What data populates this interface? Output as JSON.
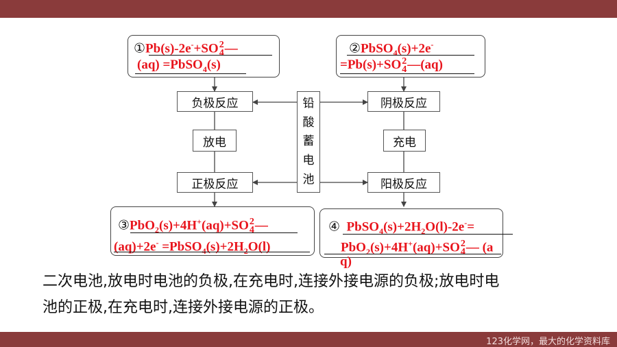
{
  "watermark": "123化学网，最大的化学资料库",
  "nodes": {
    "battery": [
      "铅",
      "酸",
      "蓄",
      "电",
      "池"
    ],
    "left": {
      "anode": "负极反应",
      "discharge": "放电",
      "cathode": "正极反应"
    },
    "right": {
      "cathode": "阴极反应",
      "charge": "充电",
      "anode": "阳极反应"
    }
  },
  "eq1": {
    "num": "①",
    "l1a": "Pb(s)-2e",
    "l1b": "-",
    "l1c": "+SO",
    "sup": "2",
    "sub": "4",
    "dash": "—",
    "l2a": "(aq) =PbSO",
    "l2b": "4",
    "l2c": "(s)"
  },
  "eq2": {
    "num": "②",
    "l1a": "PbSO",
    "l1b": "4",
    "l1c": "(s)+2e",
    "l1d": "-",
    "l2a": "=Pb(s)+SO",
    "sup": "2",
    "sub": "4",
    "dash": "—",
    "l2b": "(aq)"
  },
  "eq3": {
    "num": "③",
    "l1a": "PbO",
    "l1b": "2",
    "l1c": "(s)+4H",
    "l1d": "+",
    "l1e": "(aq)+SO",
    "sup": "2",
    "sub": "4",
    "dash": "—",
    "l2a": "(aq)+2e",
    "l2b": "-",
    "l2c": " =PbSO",
    "l2d": "4",
    "l2e": "(s)+2H",
    "l2f": "2",
    "l2g": "O(l)"
  },
  "eq4": {
    "num": "④",
    "l1a": "PbSO",
    "l1b": "4",
    "l1c": "(s)+2H",
    "l1d": "2",
    "l1e": "O(l)-2e",
    "l1f": "-",
    "l1g": "=",
    "l2a": "PbO",
    "l2b": "2",
    "l2c": "(s)+4H",
    "l2d": "+",
    "l2e": "(aq)+SO",
    "sup": "2",
    "sub": "4",
    "dash": "—",
    "l2f": " (a",
    "l3": "q)"
  },
  "explanation": {
    "line1": "二次电池,放电时电池的负极,在充电时,连接外接电源的负极;放电时电",
    "line2": "池的正极,在充电时,连接外接电源的正极。"
  }
}
